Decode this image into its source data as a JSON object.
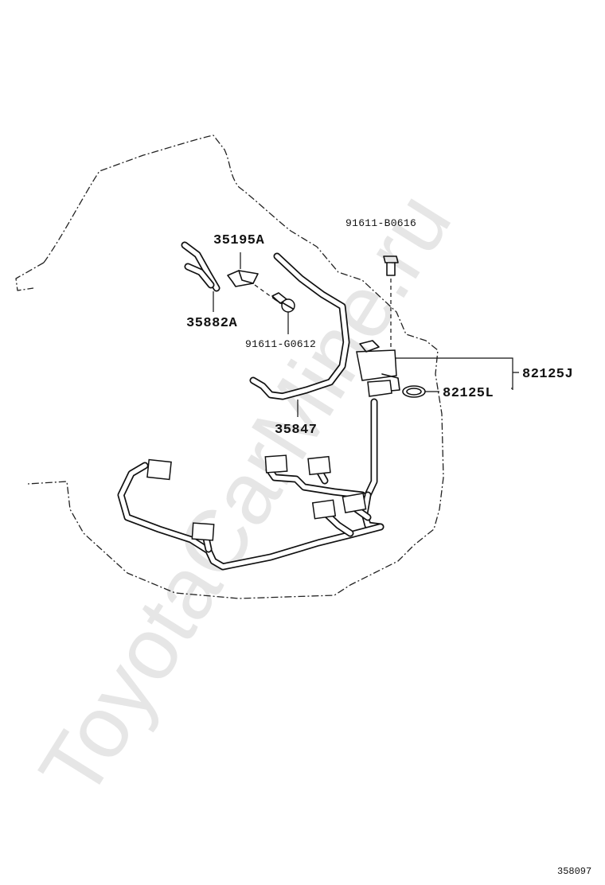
{
  "watermark": "ToyotaCarMine.ru",
  "figure_number": "358097",
  "callouts": {
    "bolt_upper": "91611-B0616",
    "clamp": "35195A",
    "hose_left": "35882A",
    "bolt_small": "91611-G0612",
    "tube": "35847",
    "sensor": "82125J",
    "oring": "82125L"
  }
}
